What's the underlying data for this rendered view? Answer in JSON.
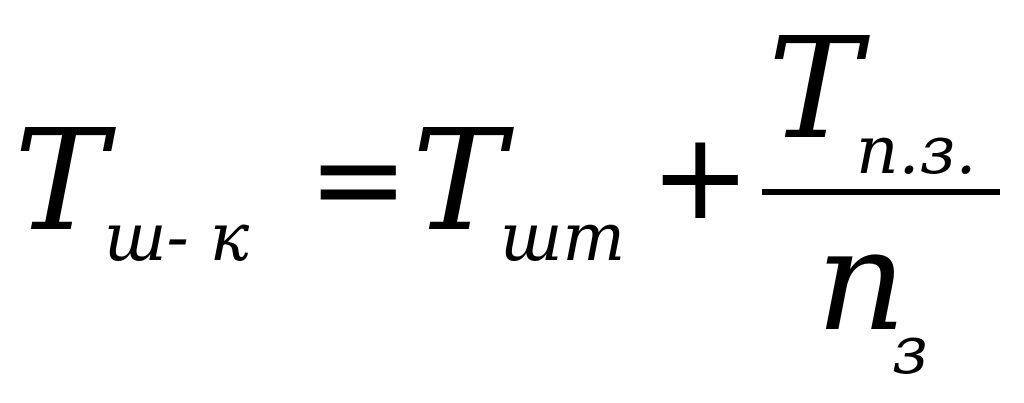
{
  "formula": {
    "lhs": {
      "symbol": "T",
      "subscript": "ш- к"
    },
    "equals": "=",
    "term1": {
      "symbol": "T",
      "subscript": "шт"
    },
    "plus": "+",
    "fraction": {
      "numerator": {
        "symbol": "T",
        "subscript": "п.з."
      },
      "denominator": {
        "symbol": "n",
        "subscript": "з"
      }
    }
  },
  "colors": {
    "text": "#000000",
    "background": "#ffffff"
  }
}
